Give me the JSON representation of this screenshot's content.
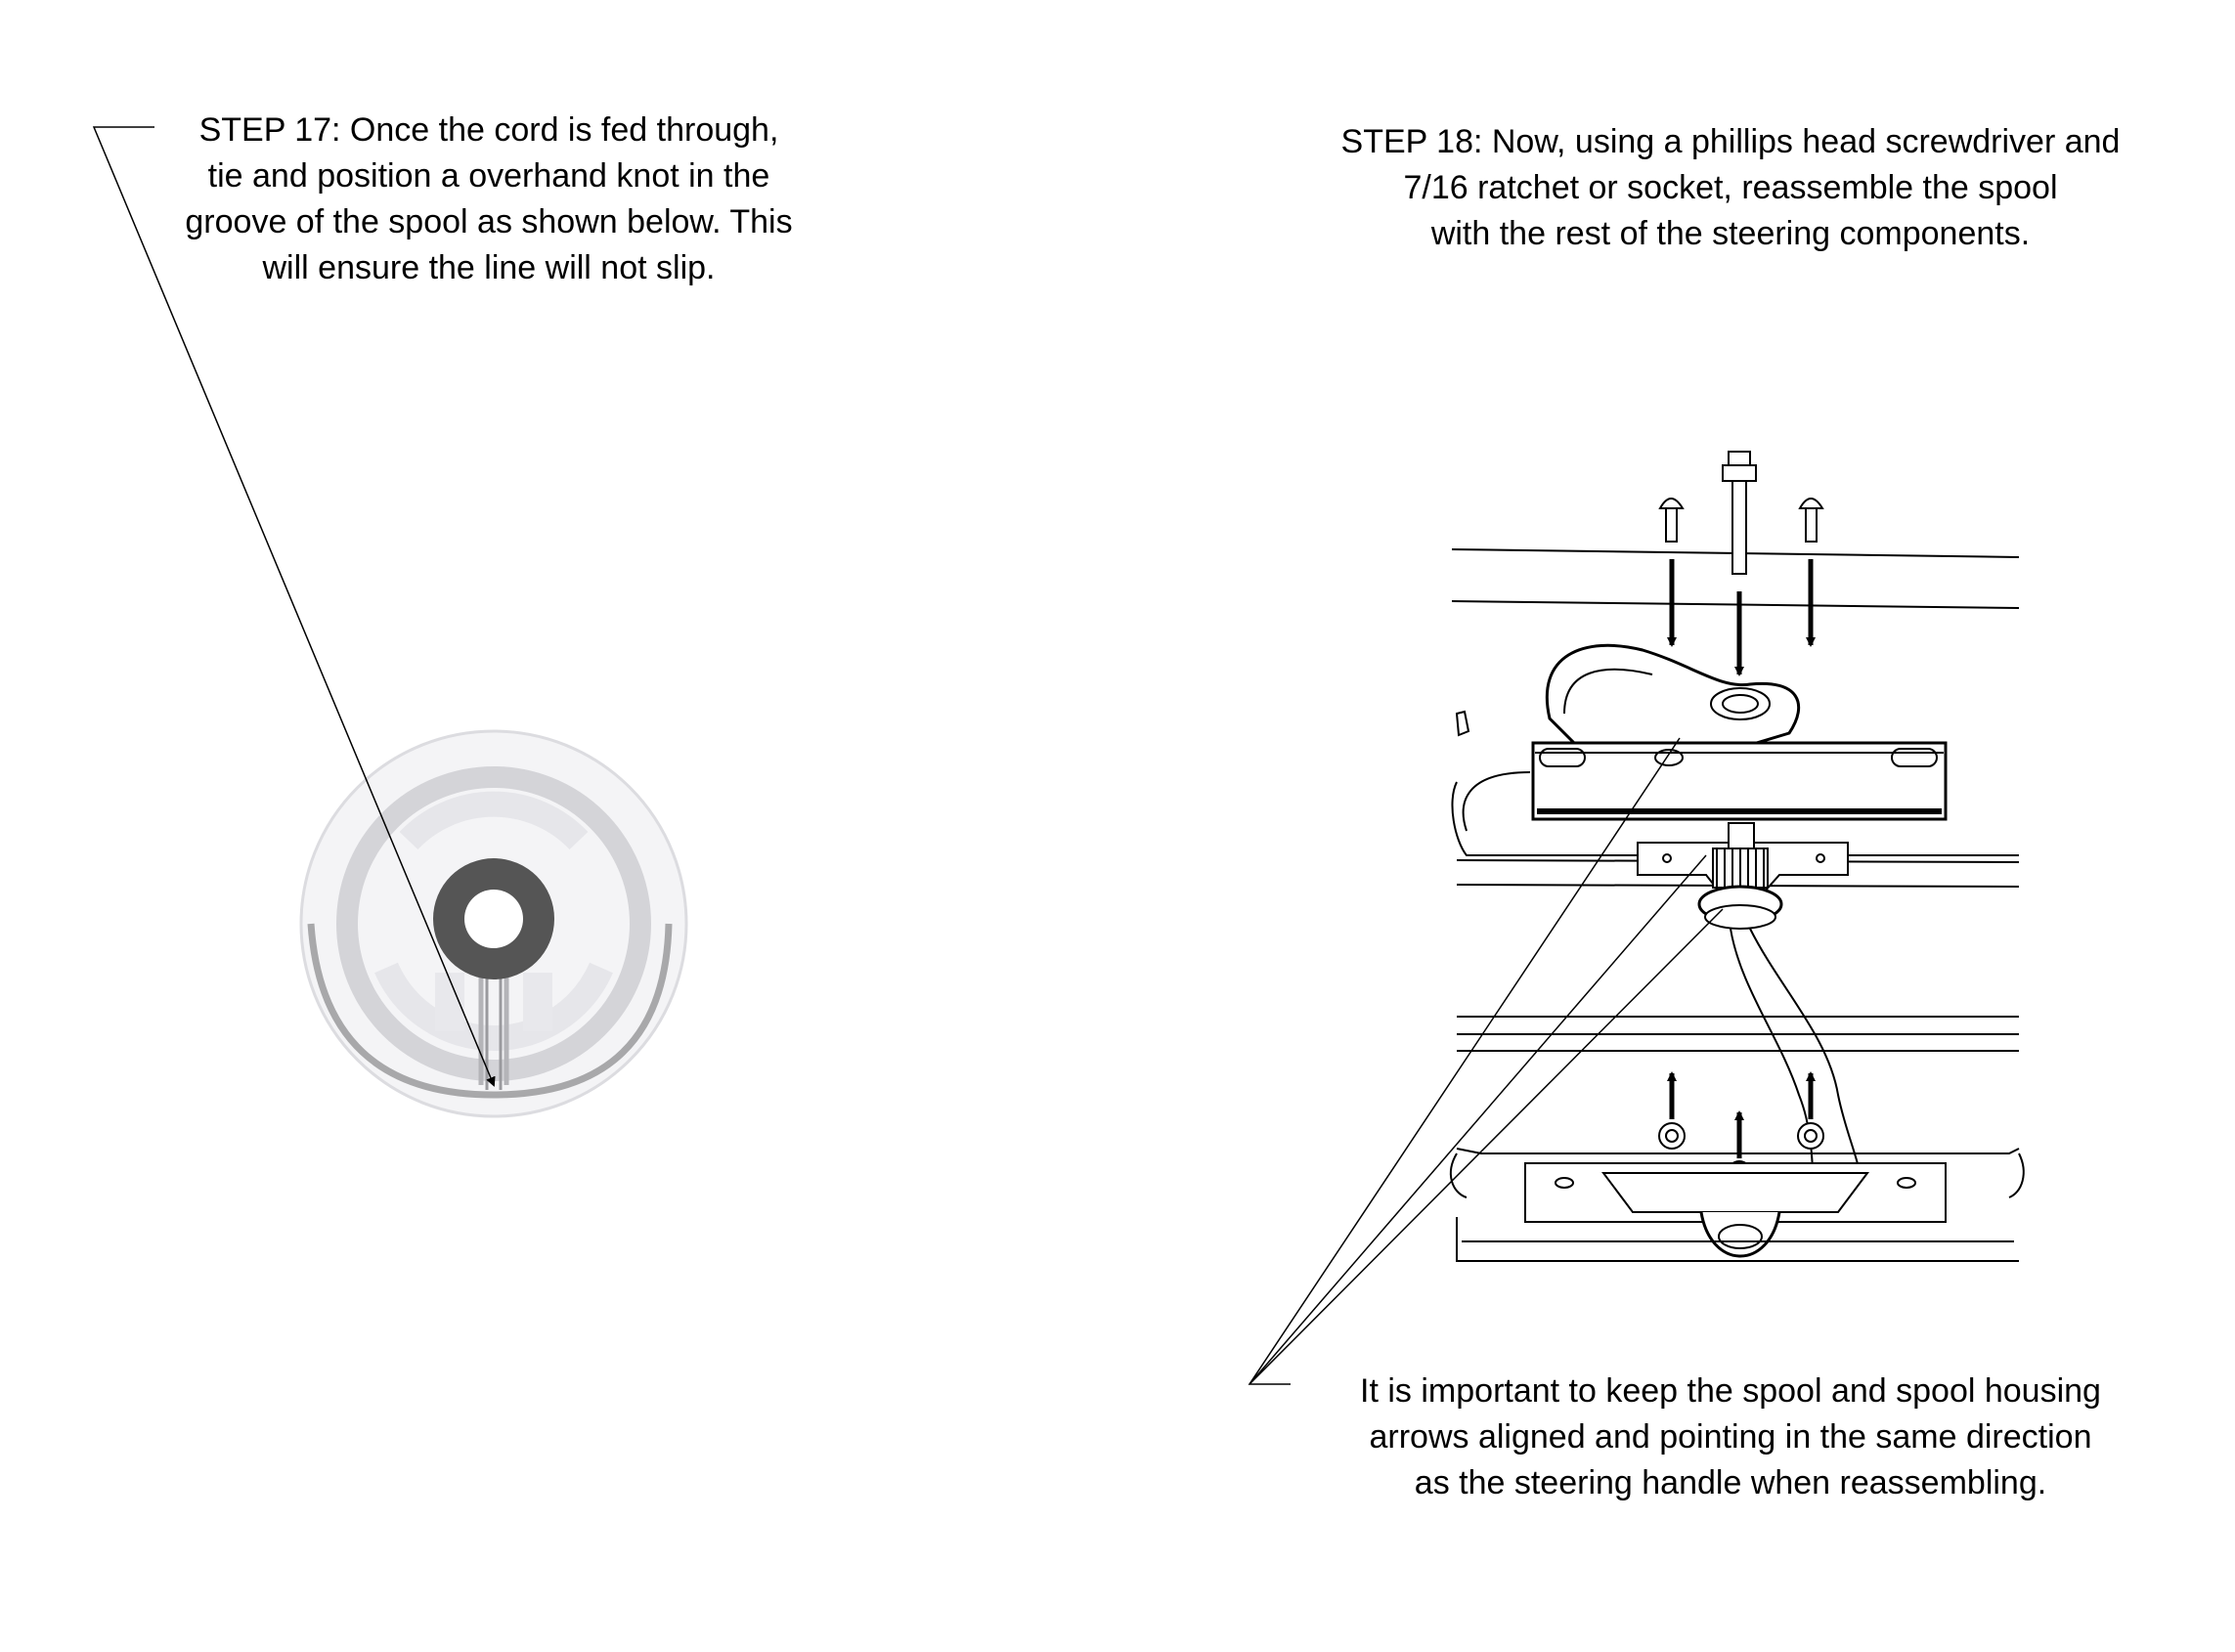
{
  "step17": {
    "lines": [
      "STEP 17: Once the cord is fed through,",
      "tie and position a overhand knot in the",
      "groove of the spool as shown below. This",
      "will ensure the line will not slip."
    ]
  },
  "step18": {
    "lines": [
      "STEP 18: Now, using a phillips head screwdriver and",
      "7/16 ratchet or socket, reassemble the spool",
      "with the rest of the steering components."
    ]
  },
  "callout": {
    "lines": [
      "It is important to keep the spool and spool housing",
      "arrows aligned and pointing in the same direction",
      "as the steering handle when reassembling."
    ]
  },
  "colors": {
    "ink": "#000000",
    "spool_gray": "#c8c8c8",
    "hub_dark": "#555555",
    "spool_light": "#f2f2f4"
  }
}
